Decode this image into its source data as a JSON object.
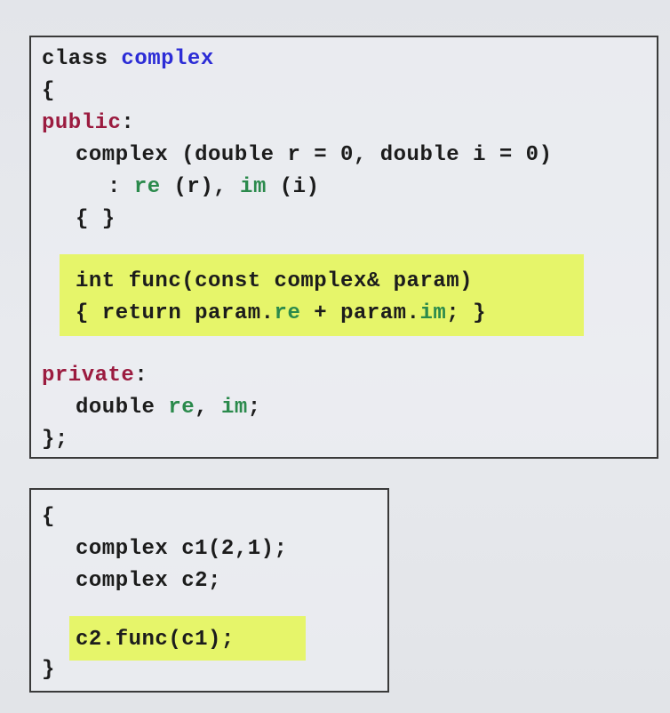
{
  "class_box": {
    "line1": {
      "a": "class ",
      "b": "complex"
    },
    "line2": "{",
    "line3": {
      "a": "public",
      "b": ":"
    },
    "line4": "complex (double r = 0, double i = 0)",
    "line5": {
      "a": ": ",
      "b": "re",
      "c": " (r), ",
      "d": "im",
      "e": " (i)"
    },
    "line6": "{ }",
    "line7": "int func(const complex& param)",
    "line8": {
      "a": "{ return param.",
      "b": "re",
      "c": " + param.",
      "d": "im",
      "e": "; }"
    },
    "line9": {
      "a": "private",
      "b": ":"
    },
    "line10": {
      "a": "double ",
      "b": "re",
      "c": ", ",
      "d": "im",
      "e": ";"
    },
    "line11": "};"
  },
  "main_box": {
    "line1": "{",
    "line2": "complex c1(2,1);",
    "line3": "complex c2;",
    "line4": "c2.func(c1);",
    "line5": "}"
  },
  "colors": {
    "keyword_blue": "#2c2cd6",
    "access_specifier": "#9b1b3f",
    "member_green": "#2b8a4c",
    "highlight": "#e6f56a"
  }
}
